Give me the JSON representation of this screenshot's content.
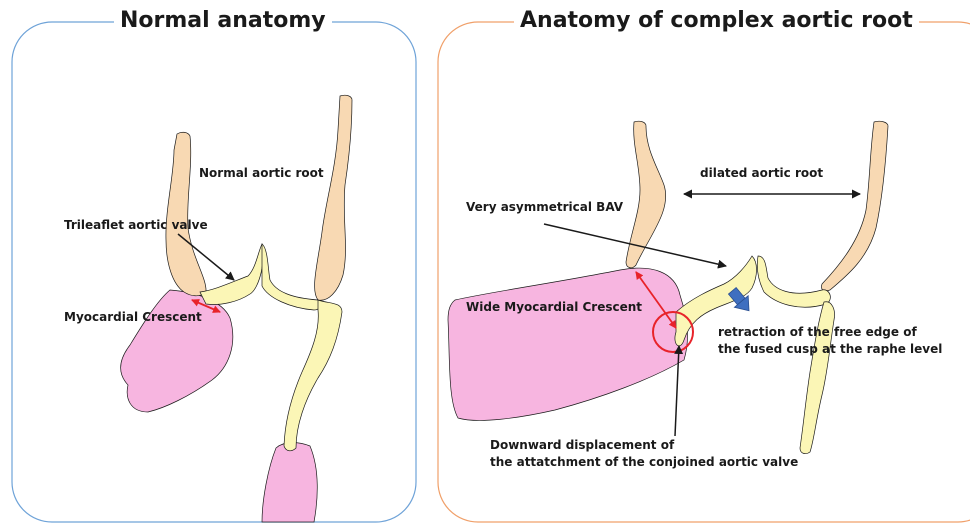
{
  "panels": {
    "left": {
      "title": "Normal anatomy"
    },
    "right": {
      "title": "Anatomy of complex aortic root"
    }
  },
  "labels": {
    "normal_root": "Normal aortic root",
    "trileaflet": "Trileaflet aortic valve",
    "myo_crescent": "Myocardial Crescent",
    "asym_bav": "Very asymmetrical BAV",
    "dilated_root": "dilated aortic root",
    "wide_myo": "Wide Myocardial Crescent",
    "retraction_line1": "retraction of the free edge of",
    "retraction_line2": "the fused cusp at the raphe level",
    "downward_line1": "Downward displacement of",
    "downward_line2": "the attatchment of the conjoined aortic valve"
  },
  "colors": {
    "left_border": "#6fa3d8",
    "right_border": "#f0a06a",
    "aortic_wall": "#f8d9b3",
    "valve_leaflet": "#fbf6b6",
    "myocardium": "#f7b5e0",
    "highlight_red": "#e8232a",
    "arrow_blue": "#3f6fc0",
    "outline": "#1a1a1a"
  }
}
